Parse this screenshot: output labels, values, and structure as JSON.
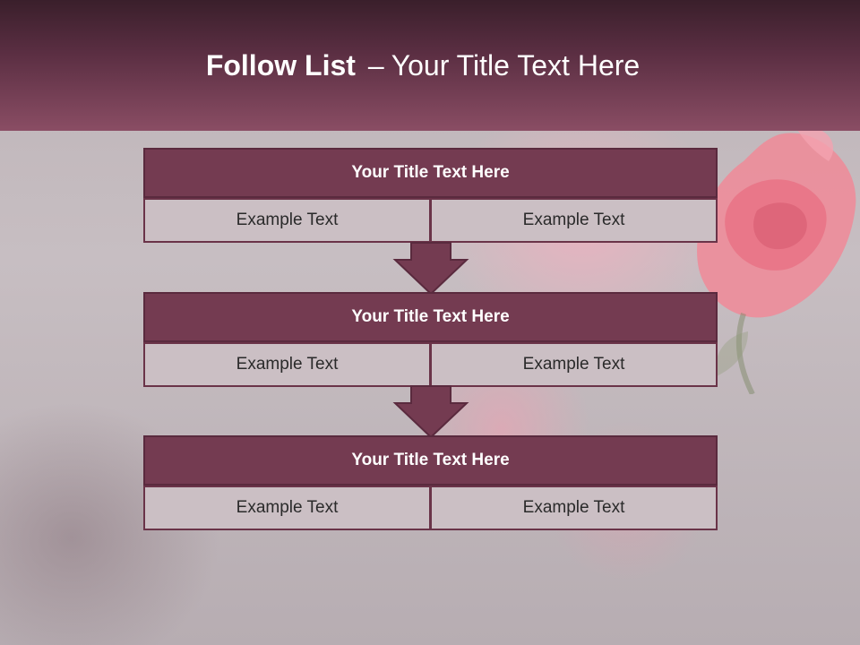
{
  "header": {
    "title_bold": "Follow List",
    "title_dash": "–",
    "title_rest": "Your Title Text Here"
  },
  "steps": [
    {
      "title": "Your Title Text Here",
      "left": "Example Text",
      "right": "Example Text"
    },
    {
      "title": "Your Title Text Here",
      "left": "Example Text",
      "right": "Example Text"
    },
    {
      "title": "Your Title Text Here",
      "left": "Example Text",
      "right": "Example Text"
    }
  ],
  "colors": {
    "header_dark": "#3a1f2b",
    "header_light": "#8a4d64",
    "block_title": "#743b51",
    "cell": "#cbbfc4",
    "arrow": "#743b51"
  },
  "icons": {
    "arrow": "down-arrow-icon",
    "background": "rose-image"
  }
}
